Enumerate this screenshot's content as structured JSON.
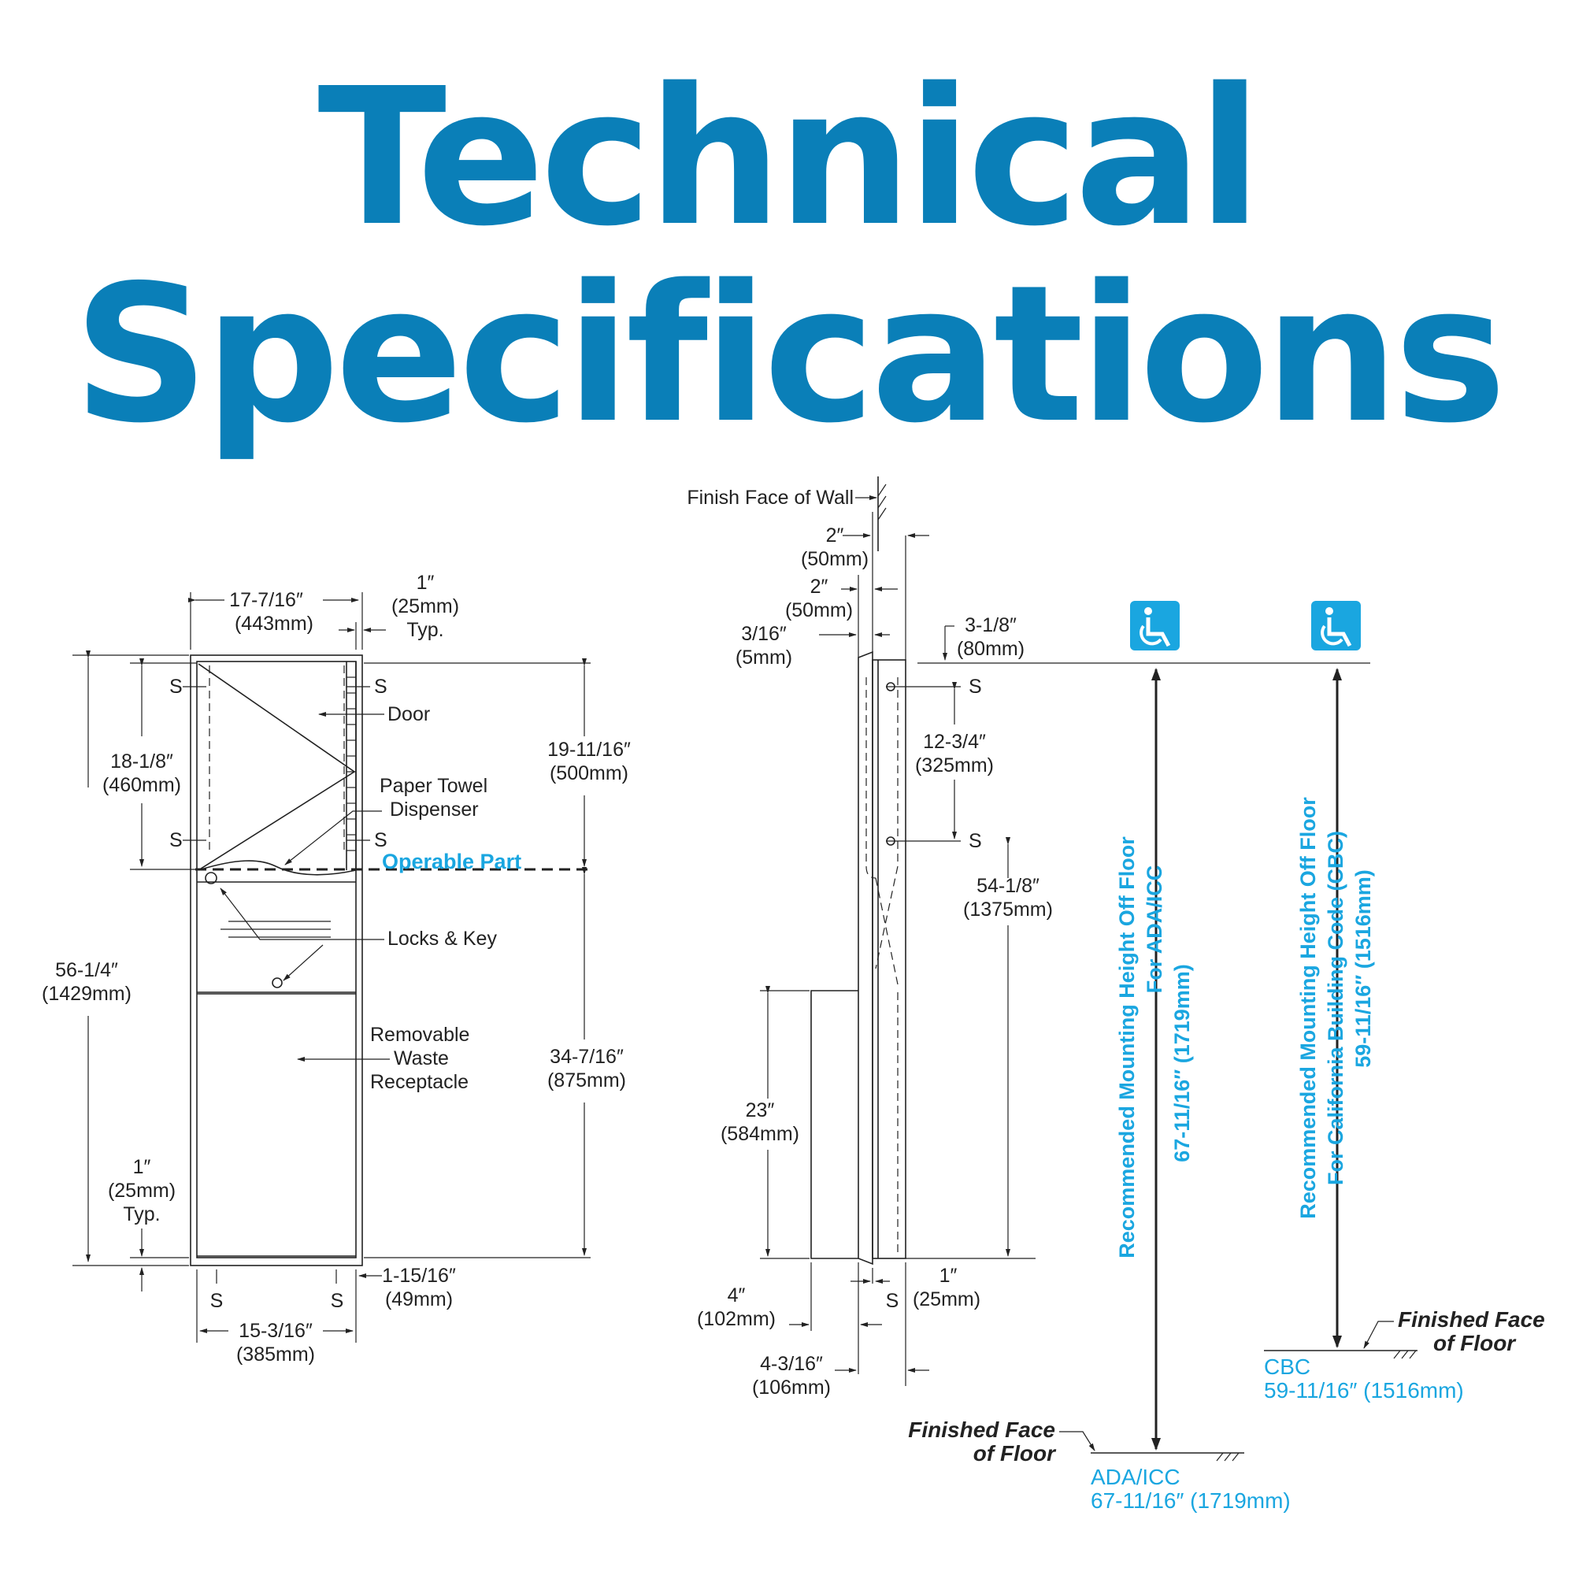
{
  "header": {
    "title_line1": "Technical",
    "title_line2": "Specifications"
  },
  "colors": {
    "title": "#0a7fb8",
    "accent": "#1aa6e0",
    "ink": "#222222"
  },
  "front_view": {
    "width_top": "17-7/16″",
    "width_top_mm": "(443mm)",
    "flange": "1″",
    "flange_mm": "(25mm)",
    "flange_typ": "Typ.",
    "height_total": "56-1/4″",
    "height_total_mm": "(1429mm)",
    "upper_section": "18-1/8″",
    "upper_section_mm": "(460mm)",
    "upper_right": "19-11/16″",
    "upper_right_mm": "(500mm)",
    "lower_right": "34-7/16″",
    "lower_right_mm": "(875mm)",
    "bottom_flange": "1″",
    "bottom_flange_mm": "(25mm)",
    "bottom_flange_typ": "Typ.",
    "bottom_right": "1-15/16″",
    "bottom_right_mm": "(49mm)",
    "width_bottom": "15-3/16″",
    "width_bottom_mm": "(385mm)",
    "screw_label": "S",
    "door_label": "Door",
    "paper_towel_line1": "Paper Towel",
    "paper_towel_line2": "Dispenser",
    "operable_part": "Operable Part",
    "locks_key": "Locks & Key",
    "waste_line1": "Removable",
    "waste_line2": "Waste",
    "waste_line3": "Receptacle"
  },
  "side_view": {
    "finish_wall": "Finish Face of Wall",
    "d1": "2″",
    "d1_mm": "(50mm)",
    "d2": "2″",
    "d2_mm": "(50mm)",
    "d3": "3/16″",
    "d3_mm": "(5mm)",
    "d4": "3-1/8″",
    "d4_mm": "(80mm)",
    "d5": "12-3/4″",
    "d5_mm": "(325mm)",
    "d6": "54-1/8″",
    "d6_mm": "(1375mm)",
    "d7": "23″",
    "d7_mm": "(584mm)",
    "d8": "4″",
    "d8_mm": "(102mm)",
    "d9": "4-3/16″",
    "d9_mm": "(106mm)",
    "d10": "1″",
    "d10_mm": "(25mm)",
    "screw_label": "S"
  },
  "mounting": {
    "ada_line1": "Recommended Mounting Height Off Floor",
    "ada_line2": "For ADA/ICC",
    "ada_value": "67-11/16″ (1719mm)",
    "cbc_line1": "Recommended Mounting Height Off Floor",
    "cbc_line2": "For California Building Code (CBC)",
    "cbc_value": "59-11/16″ (1516mm)",
    "floor_line1": "Finished Face",
    "floor_line2": "of Floor",
    "ada_floor_label": "ADA/ICC",
    "ada_floor_value": "67-11/16″ (1719mm)",
    "cbc_floor_label": "CBC",
    "cbc_floor_value": "59-11/16″ (1516mm)",
    "wheelchair_icon": "wheelchair-accessibility-icon"
  }
}
